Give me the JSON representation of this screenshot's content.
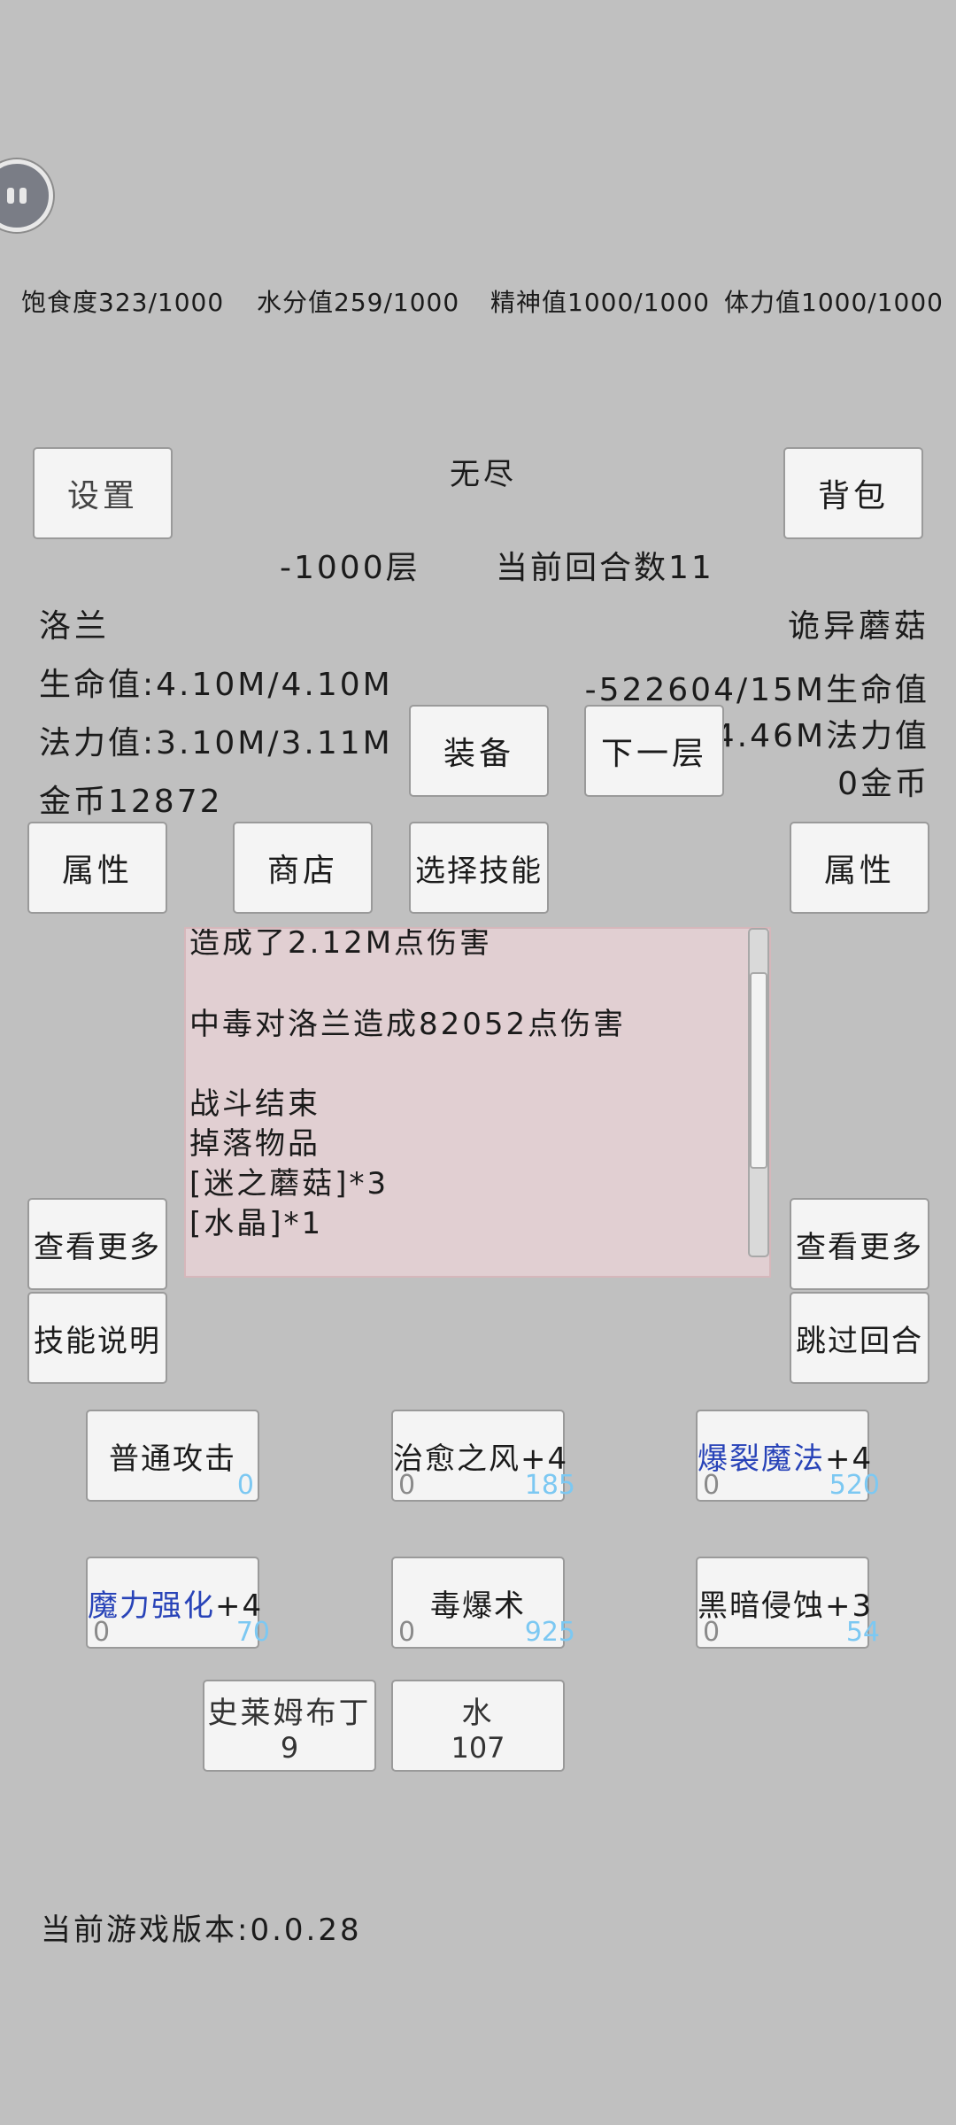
{
  "stats_bar": {
    "satiety": "饱食度323/1000",
    "hydration": "水分值259/1000",
    "spirit": "精神值1000/1000",
    "stamina": "体力值1000/1000"
  },
  "top_buttons": {
    "settings": "设置",
    "backpack": "背包"
  },
  "mode_title": "无尽",
  "floor": "-1000层",
  "round": "当前回合数11",
  "player": {
    "name": "洛兰",
    "hp": "生命值:4.10M/4.10M",
    "mp": "法力值:3.10M/3.11M",
    "gold": "金币12872"
  },
  "enemy": {
    "name": "诡异蘑菇",
    "hp": "-522604/15M生命值",
    "mp": "4.46M法力值",
    "gold": "0金币"
  },
  "mid_buttons": {
    "equip": "装备",
    "next_floor": "下一层",
    "attr_left": "属性",
    "shop": "商店",
    "choose_skill": "选择技能",
    "attr_right": "属性"
  },
  "battle_log": [
    "造成了2.12M点伤害",
    "中毒对洛兰造成82052点伤害",
    "战斗结束",
    "掉落物品",
    "[迷之蘑菇]*3",
    "[水晶]*1"
  ],
  "side_buttons": {
    "more_left": "查看更多",
    "more_right": "查看更多",
    "skill_desc": "技能说明",
    "skip_round": "跳过回合"
  },
  "skills": [
    {
      "name": "普通攻击",
      "level": "",
      "count": "",
      "cost": "0",
      "name_color": "#1b1b1b"
    },
    {
      "name": "治愈之风",
      "level": "+4",
      "count": "0",
      "cost": "185",
      "name_color": "#1b1b1b"
    },
    {
      "name": "爆裂魔法",
      "level": "+4",
      "count": "0",
      "cost": "520",
      "name_color": "#2843b8"
    },
    {
      "name": "魔力强化",
      "level": "+4",
      "count": "0",
      "cost": "70",
      "name_color": "#2843b8"
    },
    {
      "name": "毒爆术",
      "level": "",
      "count": "0",
      "cost": "925",
      "name_color": "#1b1b1b"
    },
    {
      "name": "黑暗侵蚀",
      "level": "+3",
      "count": "0",
      "cost": "54",
      "name_color": "#1b1b1b"
    }
  ],
  "items": [
    {
      "name": "史莱姆布丁",
      "count": "9"
    },
    {
      "name": "水",
      "count": "107"
    }
  ],
  "version": "当前游戏版本:0.0.28",
  "colors": {
    "background": "#c0c0c0",
    "log_background": "#e1cfd2",
    "skill_blue": "#2843b8",
    "cost_blue": "#7cc8f2"
  }
}
